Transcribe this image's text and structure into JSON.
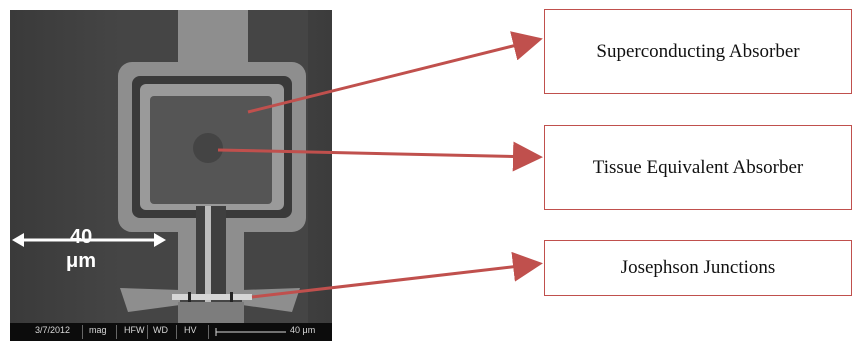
{
  "callouts": {
    "superconducting": "Superconducting Absorber",
    "tissue": "Tissue Equivalent Absorber",
    "josephson": "Josephson Junctions"
  },
  "scale_bar": {
    "value": "40",
    "unit": "μm"
  },
  "info_bar": {
    "date": "3/7/2012",
    "mag": "mag",
    "hfw": "HFW",
    "wd": "WD",
    "hv": "HV",
    "scale": "40 μm"
  },
  "colors": {
    "arrow": "#c0504d",
    "callout_border": "#c0504d"
  }
}
